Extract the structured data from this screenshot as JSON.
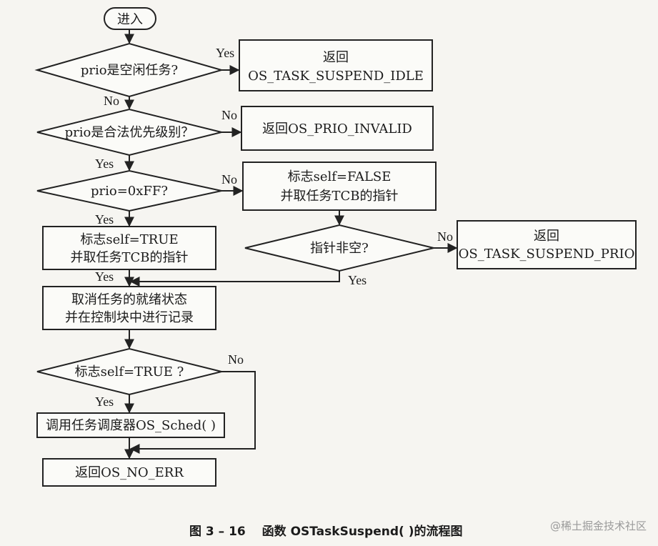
{
  "nodes": {
    "start": "进入",
    "d1": "prio是空闲任务?",
    "r1": [
      "返回",
      "OS_TASK_SUSPEND_IDLE"
    ],
    "d2": "prio是合法优先级别？",
    "r2": "返回OS_PRIO_INVALID",
    "d3": "prio=0xFF?",
    "p_false": [
      "标志self=FALSE",
      "并取任务TCB的指针"
    ],
    "p_true": [
      "标志self=TRUE",
      "并取任务TCB的指针"
    ],
    "d4": "指针非空?",
    "r4": [
      "返回",
      "OS_TASK_SUSPEND_PRIO"
    ],
    "p_cancel": [
      "取消任务的就绪状态",
      "并在控制块中进行记录"
    ],
    "d5": "标志self=TRUE ?",
    "p_sched": "调用任务调度器OS_Sched( )",
    "r_end": "返回OS_NO_ERR"
  },
  "edge_labels": {
    "d1_yes": "Yes",
    "d1_no": "No",
    "d2_no": "No",
    "d2_yes": "Yes",
    "d3_no": "No",
    "d3_yes": "Yes",
    "d4_no": "No",
    "d4_yes": "Yes",
    "merge_yes": "Yes",
    "d5_no": "No",
    "d5_yes": "Yes"
  },
  "caption": "图 3 – 16　 函数 OSTaskSuspend( )的流程图",
  "watermark": "@稀土掘金技术社区"
}
